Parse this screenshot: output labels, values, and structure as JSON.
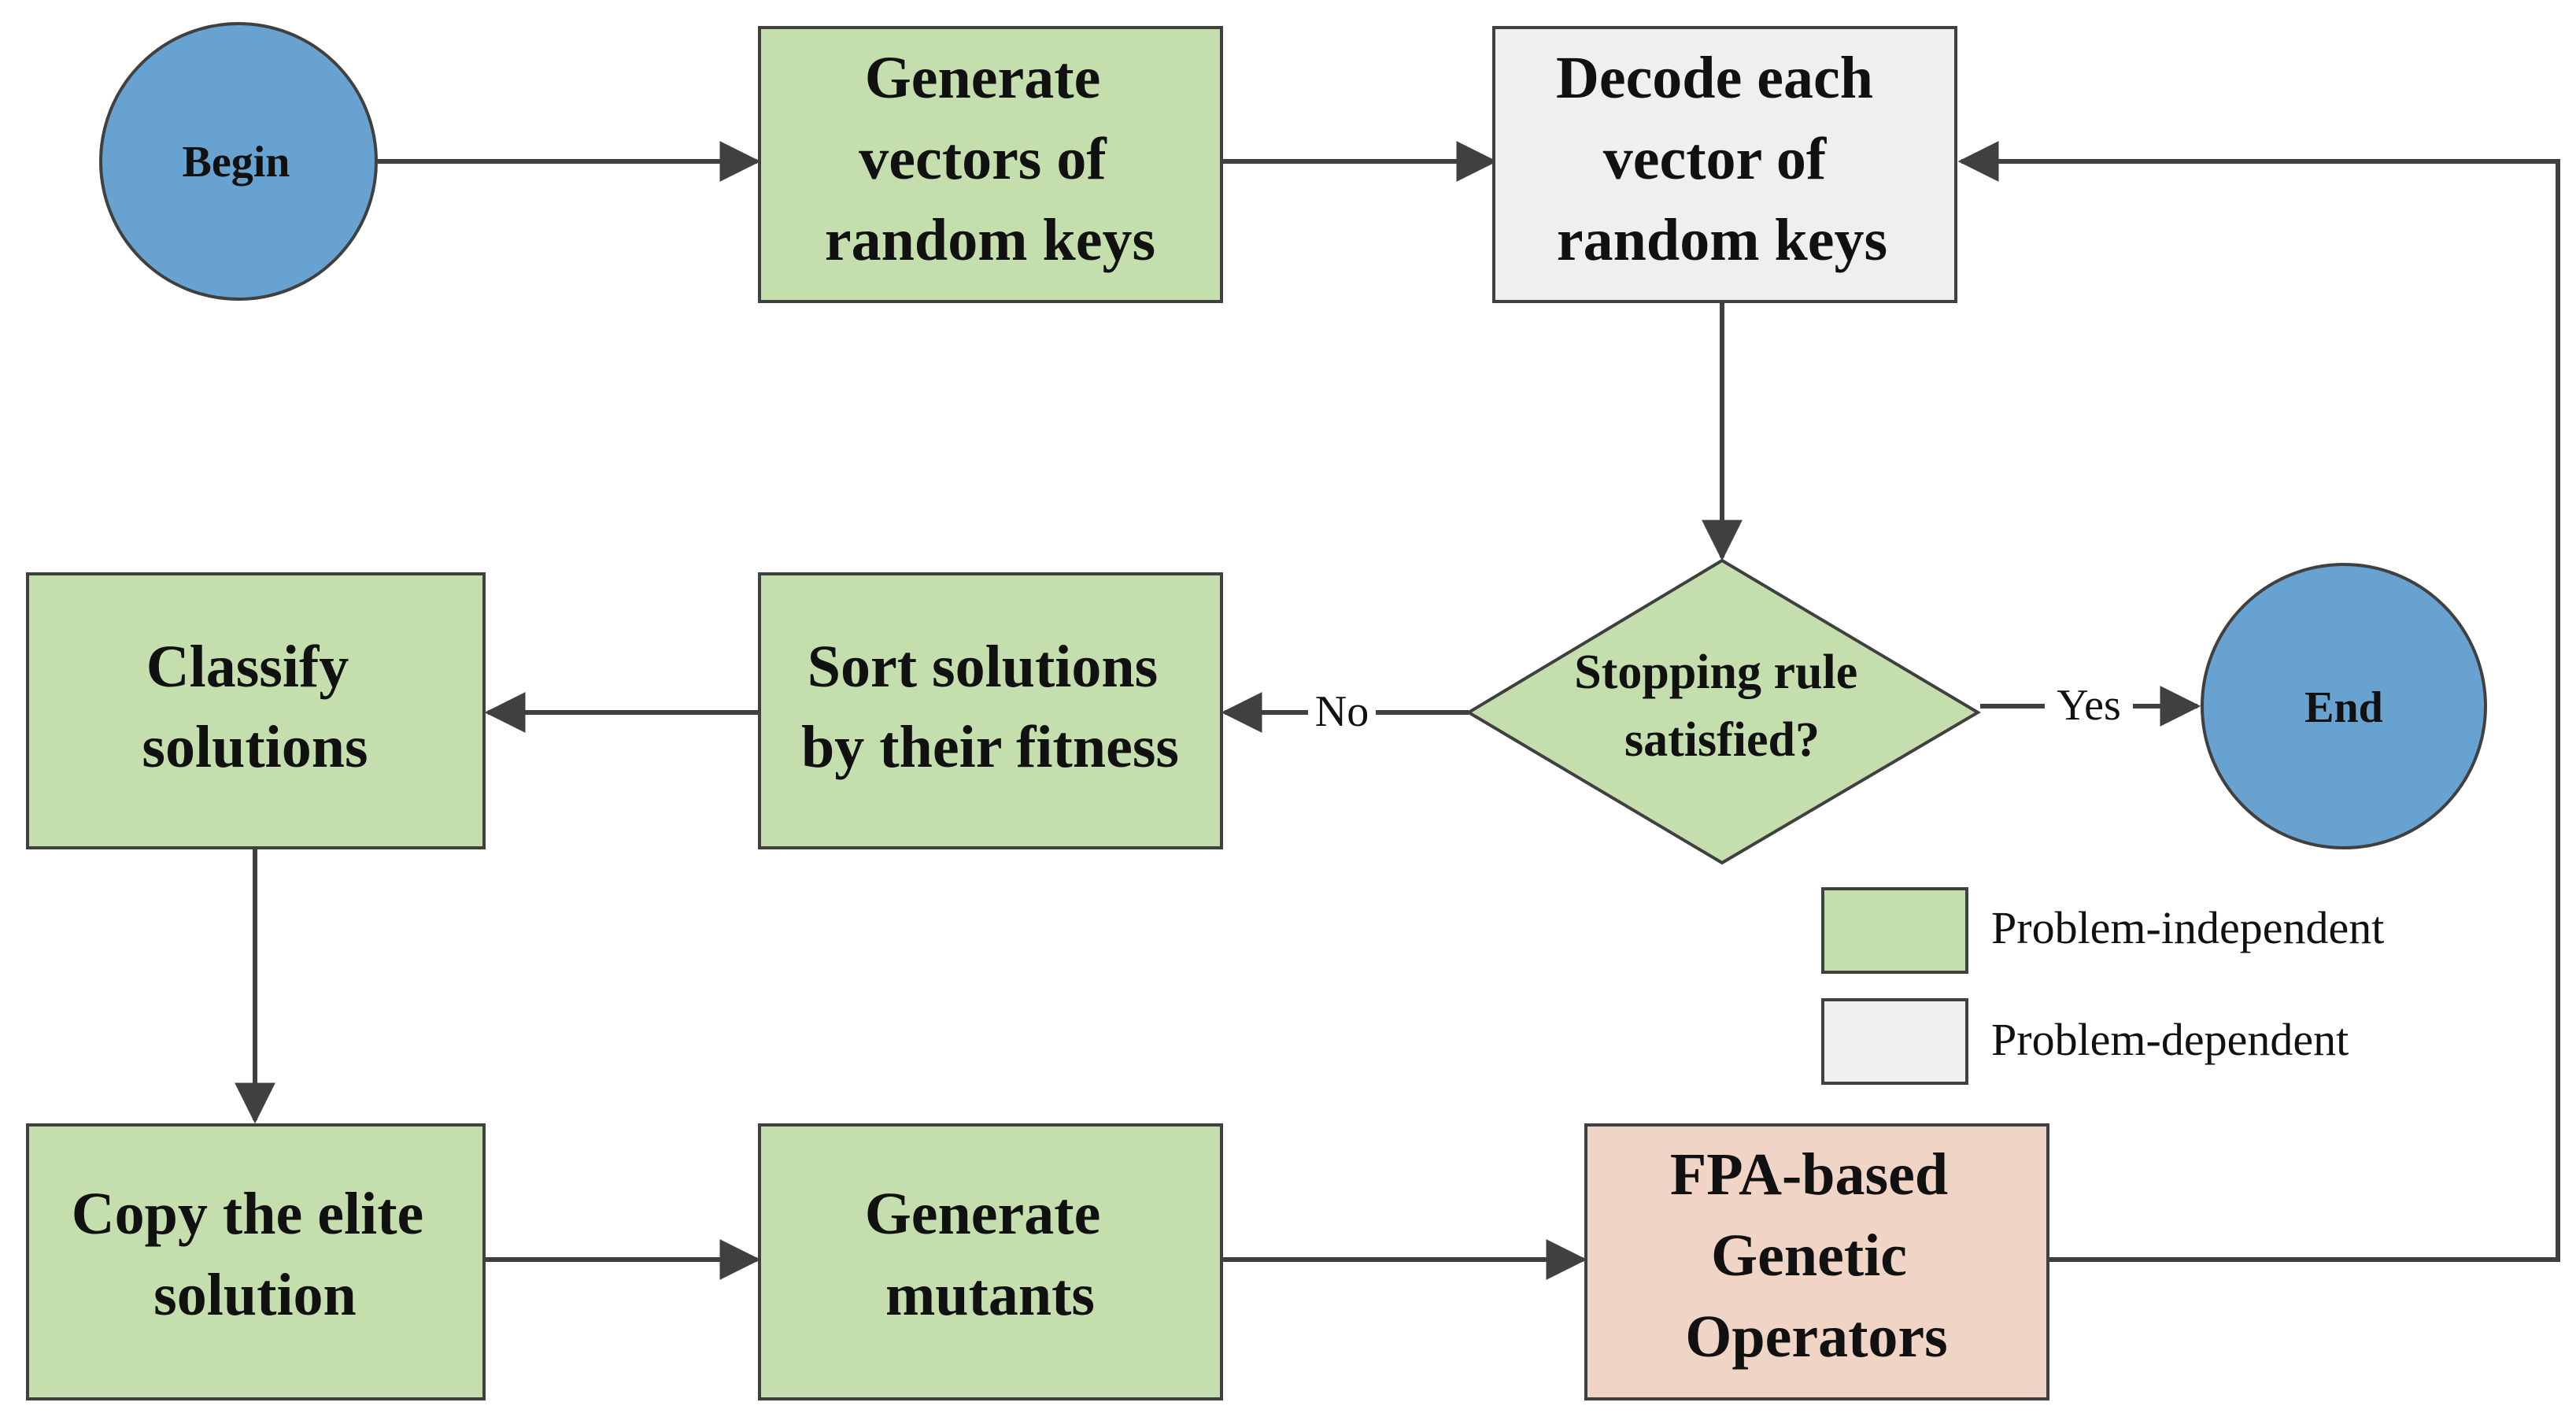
{
  "colors": {
    "problem_independent": "#c5deae",
    "problem_dependent": "#efefef",
    "fpa_box": "#f0d5c6",
    "terminal": "#68a2d1",
    "stroke": "#404040"
  },
  "nodes": {
    "begin": "Begin",
    "end": "End",
    "generate_vectors": [
      "Generate",
      "vectors of",
      "random keys"
    ],
    "decode_vectors": [
      "Decode each",
      "vector of",
      "random keys"
    ],
    "stopping_rule": [
      "Stopping rule",
      "satisfied?"
    ],
    "sort_solutions": [
      "Sort solutions",
      "by their fitness"
    ],
    "classify_solutions": [
      "Classify",
      "solutions"
    ],
    "copy_elite": [
      "Copy the elite",
      "solution"
    ],
    "generate_mutants": [
      "Generate",
      "mutants"
    ],
    "fpa_operators": [
      "FPA-based",
      "Genetic",
      "Operators"
    ]
  },
  "edge_labels": {
    "no": "No",
    "yes": "Yes"
  },
  "legend": {
    "problem_independent": "Problem-independent",
    "problem_dependent": "Problem-dependent"
  }
}
